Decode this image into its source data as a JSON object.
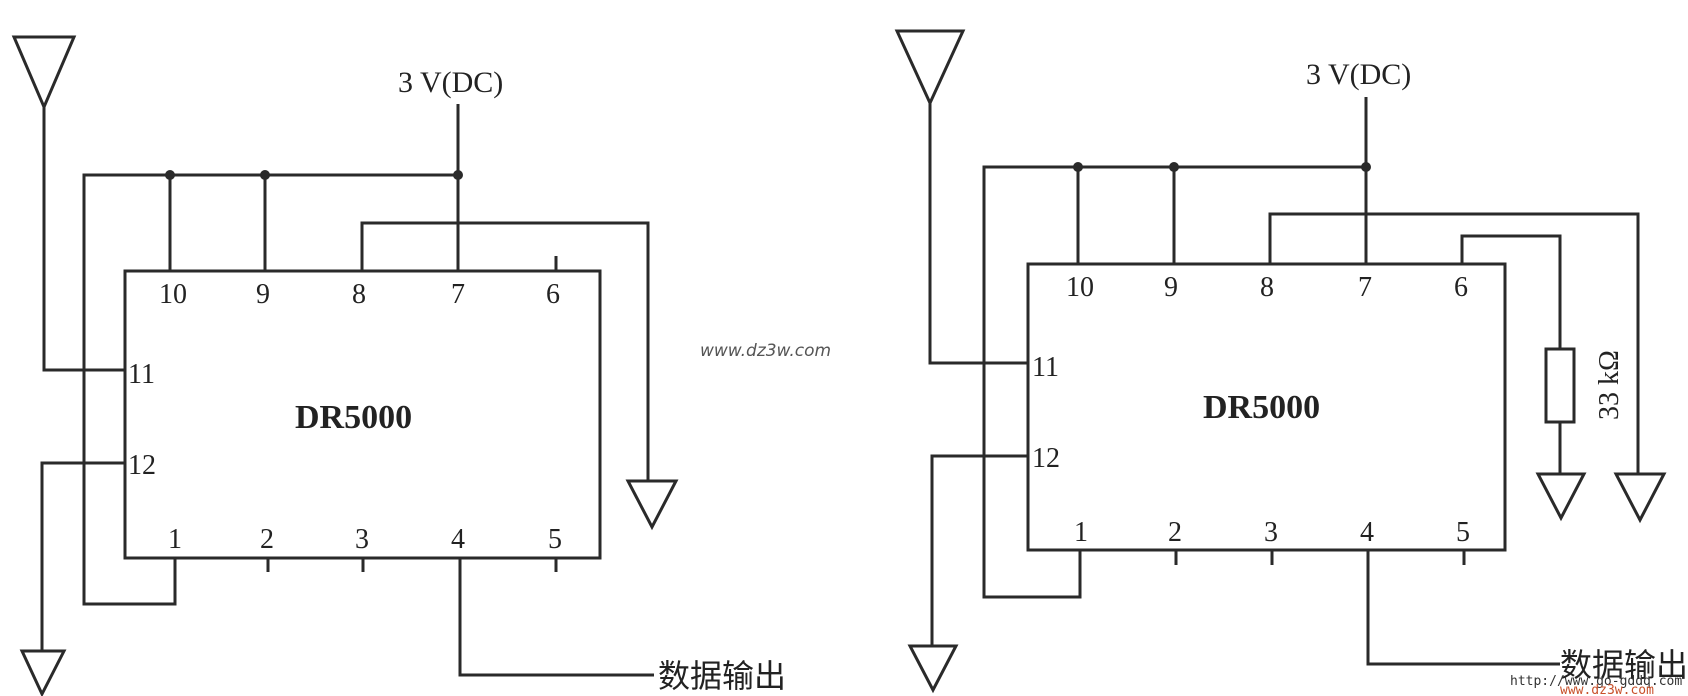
{
  "watermark_center": "www.dz3w.com",
  "watermark_bottom_1": "http://www.go-gddq.com",
  "watermark_bottom_2": "www.dz3w.com",
  "left_circuit": {
    "chip_label": "DR5000",
    "supply_label": "3 V(DC)",
    "output_label": "数据输出",
    "pins": {
      "p1": "1",
      "p2": "2",
      "p3": "3",
      "p4": "4",
      "p5": "5",
      "p6": "6",
      "p7": "7",
      "p8": "8",
      "p9": "9",
      "p10": "10",
      "p11": "11",
      "p12": "12"
    }
  },
  "right_circuit": {
    "chip_label": "DR5000",
    "supply_label": "3 V(DC)",
    "output_label": "数据输出",
    "resistor_label": "33 kΩ",
    "pins": {
      "p1": "1",
      "p2": "2",
      "p3": "3",
      "p4": "4",
      "p5": "5",
      "p6": "6",
      "p7": "7",
      "p8": "8",
      "p9": "9",
      "p10": "10",
      "p11": "11",
      "p12": "12"
    }
  }
}
